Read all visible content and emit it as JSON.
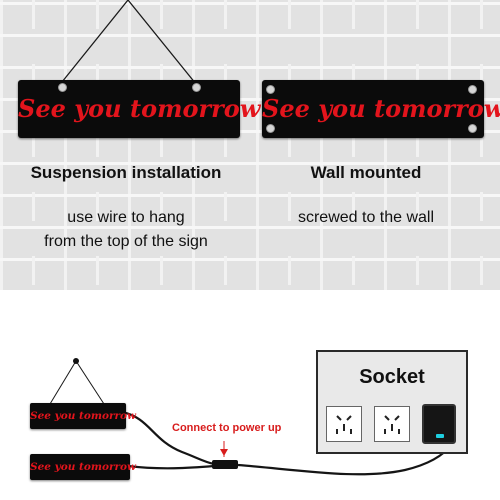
{
  "top_panel": {
    "left_sign_text": "See you tomorrow",
    "right_sign_text": "See you tomorrow",
    "left_title": "Suspension installation",
    "left_desc_line1": "use wire to hang",
    "left_desc_line2": "from the top of the sign",
    "right_title": "Wall mounted",
    "right_desc": "screwed to the wall"
  },
  "bottom_panel": {
    "sign_top_text": "See you tomorrow",
    "sign_bottom_text": "See you tomorrow",
    "connect_label": "Connect to power up",
    "socket_title": "Socket"
  },
  "colors": {
    "sign_background": "#0b0b0b",
    "sign_text": "#e3141c",
    "connect_label": "#d81c1c",
    "adapter_light": "#1ecfe0"
  },
  "icons": [
    "outlet-icon",
    "power-adapter-icon",
    "arrow-up-icon",
    "cable-connector-icon"
  ]
}
